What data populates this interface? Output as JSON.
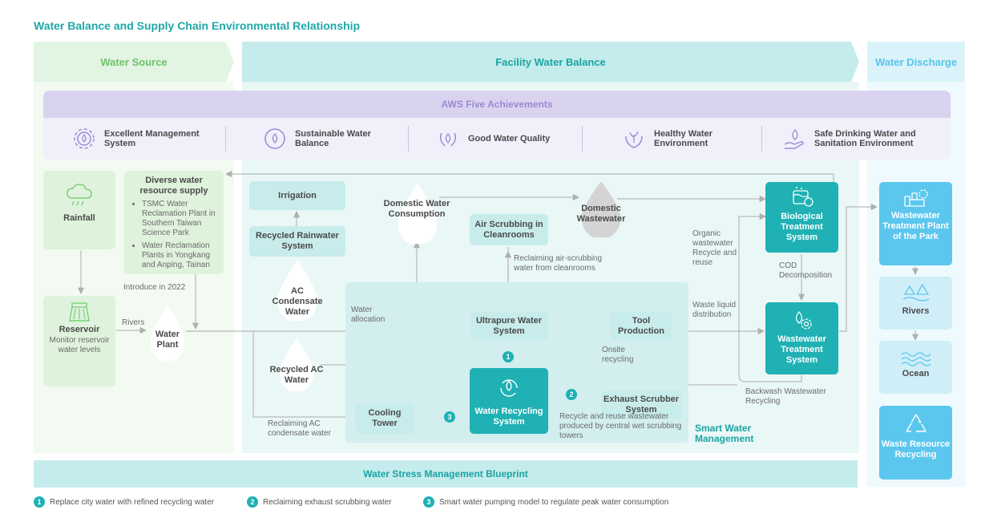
{
  "title": "Water Balance and Supply Chain Environmental Relationship",
  "headers": {
    "source": "Water Source",
    "facility": "Facility Water Balance",
    "discharge": "Water Discharge"
  },
  "aws": {
    "title": "AWS Five Achievements",
    "items": [
      {
        "label": "Excellent Management System",
        "icon": "gear-icon"
      },
      {
        "label": "Sustainable Water Balance",
        "icon": "water-cycle-icon"
      },
      {
        "label": "Good Water Quality",
        "icon": "laurel-drop-icon"
      },
      {
        "label": "Healthy Water Environment",
        "icon": "hands-plant-icon"
      },
      {
        "label": "Safe Drinking Water and Sanitation Environment",
        "icon": "hand-drop-icon"
      }
    ]
  },
  "source": {
    "rainfall": "Rainfall",
    "supply_title": "Diverse water resource supply",
    "supply_items": [
      "TSMC Water Reclamation Plant in Southern Taiwan Science Park",
      "Water Reclamation Plants in Yongkang and Anping, Tainan"
    ],
    "introduce": "Introduce in 2022",
    "reservoir_title": "Reservoir",
    "reservoir_desc": "Monitor reservoir water levels",
    "rivers": "Rivers",
    "water_plant": "Water Plant"
  },
  "facility": {
    "irrigation": "Irrigation",
    "recycled_rainwater": "Recycled Rainwater System",
    "ac_condensate": "AC Condensate Water",
    "recycled_ac": "Recycled AC Water",
    "domestic_consumption": "Domestic Water Consumption",
    "domestic_wastewater": "Domestic Wastewater",
    "air_scrubbing": "Air Scrubbing in Cleanrooms",
    "reclaim_air": "Reclaiming air-scrubbing water from cleanrooms",
    "water_allocation": "Water allocation",
    "ultrapure": "Ultrapure Water System",
    "tool_production": "Tool Production",
    "onsite_recycling": "Onsite recycling",
    "water_recycling": "Water Recycling System",
    "exhaust_scrubber": "Exhaust Scrubber System",
    "recycle_text": "Recycle and reuse wastewater produced by central wet scrubbing towers",
    "cooling_tower": "Cooling Tower",
    "reclaim_ac": "Reclaiming AC condensate water",
    "smart_water": "Smart Water Management",
    "organic": "Organic wastewater Recycle and reuse",
    "waste_liquid": "Waste liquid distribution",
    "biological": "Biological Treatment System",
    "cod": "COD Decomposition",
    "wastewater_treatment": "Wastewater Treatment System",
    "backwash": "Backwash Wastewater Recycling",
    "badges": [
      "1",
      "2",
      "3"
    ]
  },
  "discharge": {
    "park_plant": "Wastewater Treatment Plant of the Park",
    "rivers": "Rivers",
    "ocean": "Ocean",
    "waste_resource": "Waste Resource Recycling"
  },
  "blueprint": "Water Stress Management Blueprint",
  "legend": [
    {
      "num": "1",
      "text": "Replace city water with refined recycling water"
    },
    {
      "num": "2",
      "text": "Reclaiming exhaust scrubbing water"
    },
    {
      "num": "3",
      "text": "Smart water pumping model to regulate peak water consumption"
    }
  ],
  "colors": {
    "teal": "#1fb1b4",
    "blue": "#5cc7ee",
    "purple": "#9a8ad4",
    "green": "#6cc36c"
  }
}
